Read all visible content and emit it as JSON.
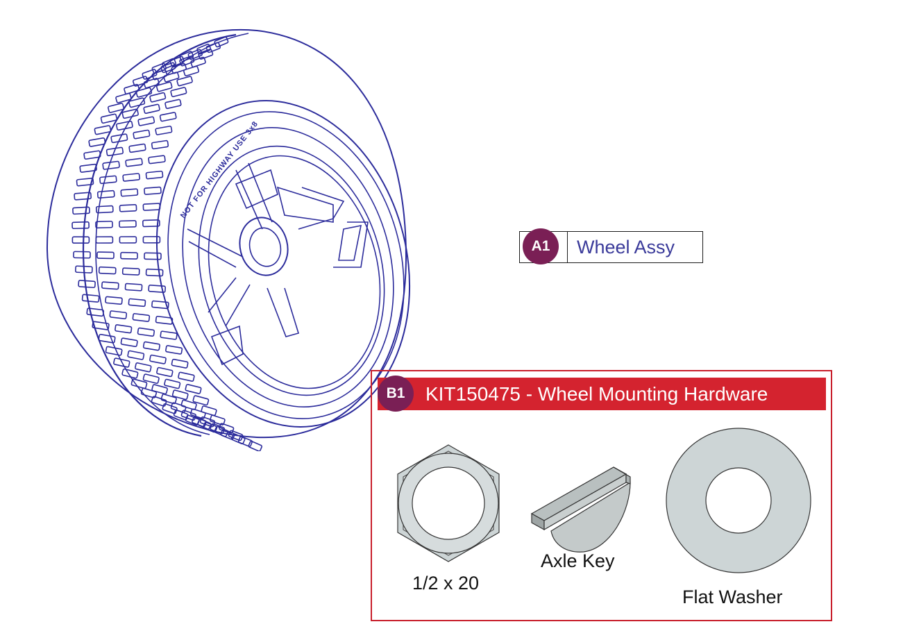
{
  "colors": {
    "line_art": "#2b2b9b",
    "badge": "#7a1f55",
    "kit_red": "#d4232f",
    "callout_text": "#3a3a9a",
    "part_fill": "#cdd5d6"
  },
  "callouts": {
    "a1": {
      "badge": "A1",
      "label": "Wheel Assy"
    }
  },
  "kit": {
    "badge": "B1",
    "title": "KIT150475 - Wheel Mounting Hardware",
    "parts": [
      {
        "icon": "hex-nut-icon",
        "label": "1/2 x 20"
      },
      {
        "icon": "axle-key-icon",
        "label": "Axle Key"
      },
      {
        "icon": "flat-washer-icon",
        "label": "Flat Washer"
      }
    ]
  }
}
